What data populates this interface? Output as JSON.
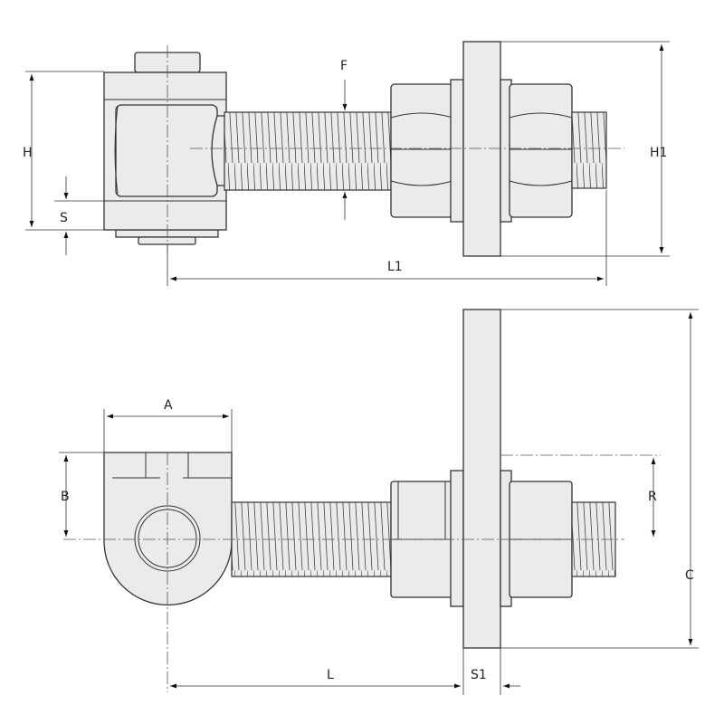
{
  "title": "Adjustable hinge bolt with plate — dimension drawing",
  "labels": {
    "H": "H",
    "S": "S",
    "F": "F",
    "H1": "H1",
    "L1": "L1",
    "A": "A",
    "B": "B",
    "R": "R",
    "C": "C",
    "L": "L",
    "S1": "S1"
  },
  "colors": {
    "fill": "#ebebeb",
    "line": "#333333"
  }
}
